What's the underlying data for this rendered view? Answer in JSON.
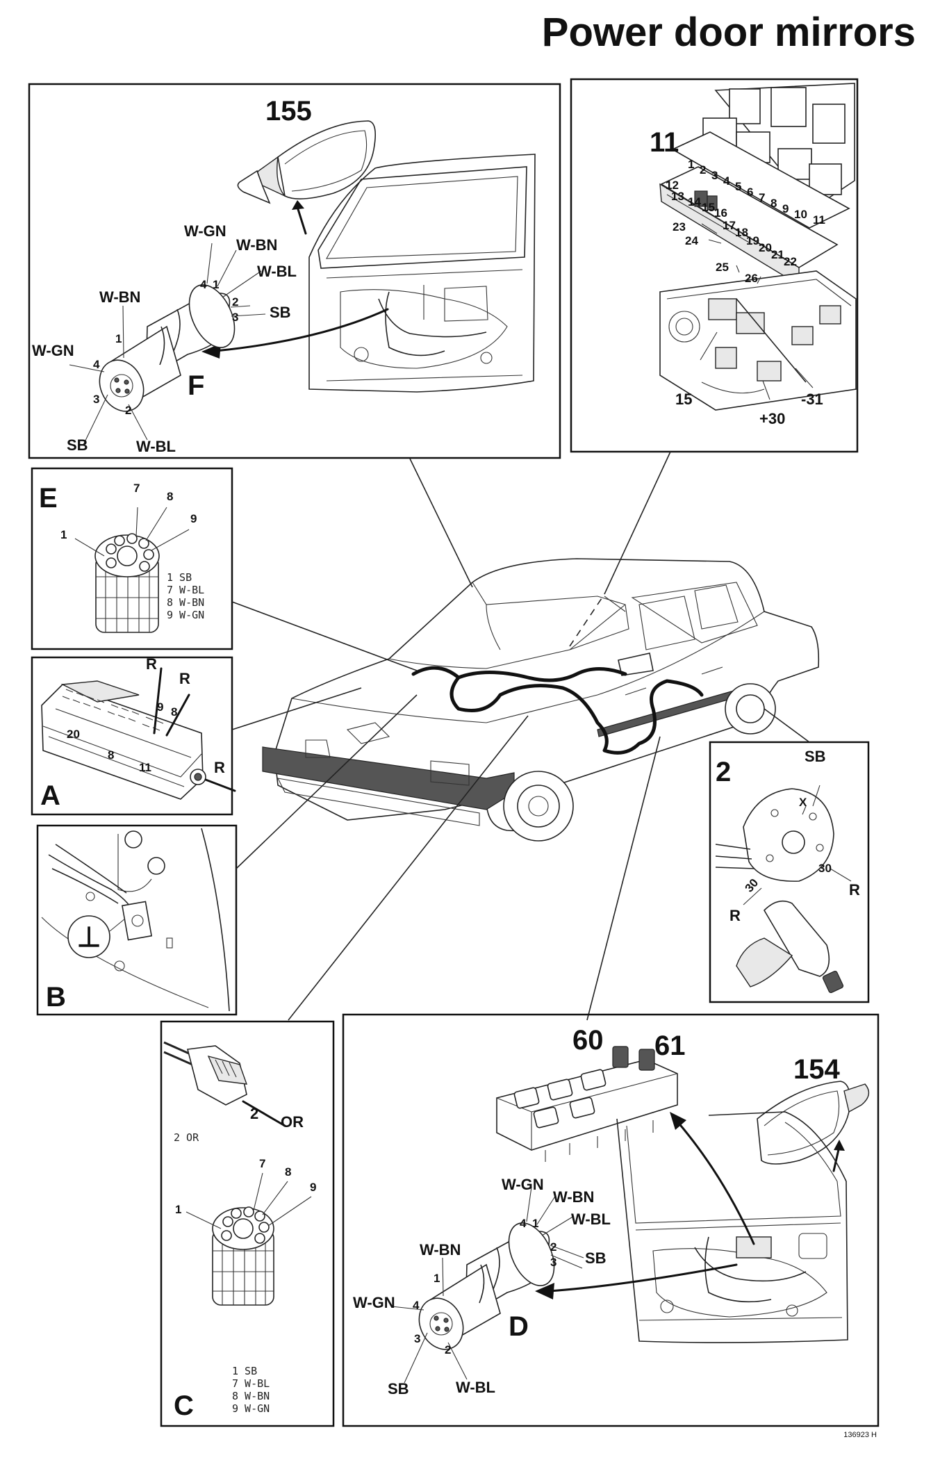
{
  "title": "Power door mirrors",
  "doc_number": "136923 H",
  "panel_f": {
    "component": "155",
    "letter": "F",
    "wires": [
      "W-GN",
      "W-BN",
      "W-BL",
      "SB"
    ],
    "pins": [
      "4",
      "1",
      "2",
      "3"
    ],
    "face_wires": [
      "W-BN",
      "W-GN",
      "SB",
      "W-BL"
    ],
    "face_pins": [
      "1",
      "4",
      "3",
      "2"
    ]
  },
  "panel_fuse": {
    "component": "11",
    "fuse_row1": [
      "1",
      "2",
      "3",
      "4",
      "5",
      "6",
      "7",
      "8",
      "9",
      "10",
      "11"
    ],
    "fuse_row2": [
      "12",
      "13",
      "14",
      "15",
      "16",
      "17",
      "18",
      "19",
      "20",
      "21",
      "22"
    ],
    "labels": [
      "23",
      "24",
      "25",
      "26",
      "15",
      "+30",
      "-31"
    ]
  },
  "panel_e": {
    "letter": "E",
    "pins": [
      "1",
      "7",
      "8",
      "9"
    ],
    "legend": [
      "1 SB",
      "7 W-BL",
      "8 W-BN",
      "9 W-GN"
    ]
  },
  "panel_a": {
    "letter": "A",
    "wire_labels": [
      "R",
      "R",
      "R"
    ],
    "pins": [
      "9",
      "8"
    ],
    "numbers": [
      "20",
      "8",
      "11"
    ]
  },
  "panel_b": {
    "letter": "B",
    "ground_symbol": "⊥"
  },
  "panel_2": {
    "component": "2",
    "labels": [
      "SB",
      "X",
      "30",
      "30",
      "R",
      "R"
    ]
  },
  "panel_c": {
    "letter": "C",
    "wire_pin": "2",
    "wire_color": "OR",
    "legend_top": "2 OR",
    "pins": [
      "1",
      "7",
      "8",
      "9"
    ],
    "legend": [
      "1 SB",
      "7 W-BL",
      "8 W-BN",
      "9 W-GN"
    ]
  },
  "panel_d": {
    "letter": "D",
    "switch_left": "60",
    "switch_right": "61",
    "mirror": "154",
    "wires": [
      "W-GN",
      "W-BN",
      "W-BL",
      "SB"
    ],
    "pins": [
      "4",
      "1",
      "2",
      "3"
    ],
    "face_wires": [
      "W-BN",
      "W-GN",
      "SB",
      "W-BL"
    ],
    "face_pins": [
      "1",
      "4",
      "3",
      "2"
    ]
  }
}
